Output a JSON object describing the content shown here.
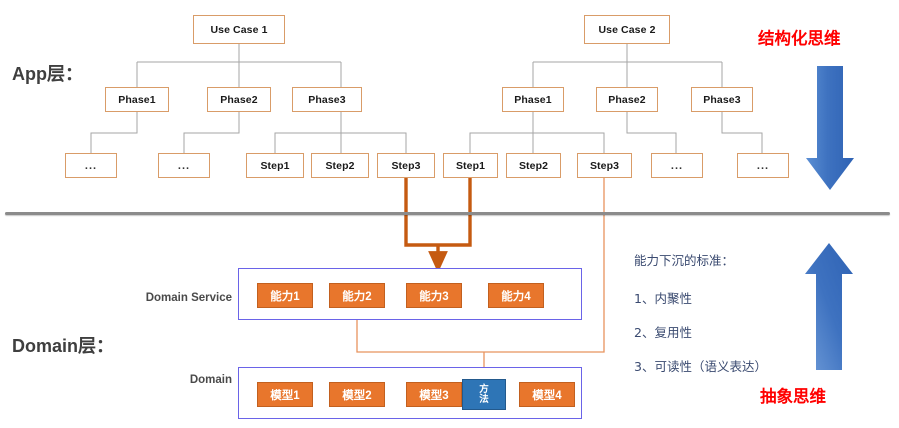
{
  "layers": {
    "app_label": "App层：",
    "domain_label": "Domain层：",
    "domain_service_label": "Domain Service",
    "domain_sub_label": "Domain"
  },
  "trees": [
    {
      "root": "Use Case 1",
      "phases": [
        "Phase1",
        "Phase2",
        "Phase3"
      ],
      "steps": [
        "...",
        "...",
        "Step1",
        "Step2",
        "Step3"
      ]
    },
    {
      "root": "Use Case 2",
      "phases": [
        "Phase1",
        "Phase2",
        "Phase3"
      ],
      "steps": [
        "Step1",
        "Step2",
        "Step3",
        "...",
        "..."
      ]
    }
  ],
  "domain_service": {
    "label": "Domain Service",
    "chips": [
      "能力1",
      "能力2",
      "能力3",
      "能力4"
    ]
  },
  "domain": {
    "label": "Domain",
    "chips": [
      "模型1",
      "模型2",
      "模型3",
      "模型4"
    ],
    "method_chip": {
      "line1": "方",
      "line2": "法"
    }
  },
  "notes": {
    "title": "能力下沉的标准：",
    "items": [
      "1、内聚性",
      "2、复用性",
      "3、可读性（语义表达）"
    ]
  },
  "side_labels": {
    "top": "结构化思维",
    "bottom": "抽象思维"
  },
  "colors": {
    "node_border": "#D99C68",
    "chip_orange": "#E8762C",
    "chip_blue": "#2E75B6",
    "panel_border": "#6A63E8",
    "connector_thick": "#C55A11",
    "connector_thin": "#E8935E",
    "tree_line": "#A6A6A6",
    "divider": "#8B8B8B",
    "arrow_blue": "#3F76C4",
    "red_label": "#FF0000",
    "note_text": "#3A4A70"
  }
}
